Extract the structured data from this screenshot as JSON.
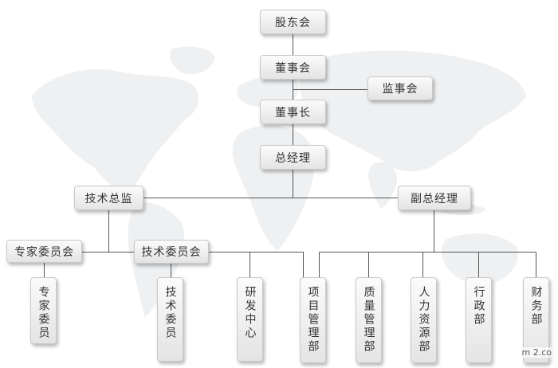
{
  "org": {
    "shareholders": "股东会",
    "board": "董事会",
    "supervisors": "监事会",
    "chairman": "董事长",
    "gm": "总经理",
    "tech_director": "技术总监",
    "deputy_gm": "副总经理",
    "expert_committee": "专家委员会",
    "tech_committee": "技术委员会",
    "expert_members": "专家委员",
    "tech_members": "技术委员",
    "rd_center": "研发中心",
    "project_dept": "项目管理部",
    "quality_dept": "质量管理部",
    "hr_dept": "人力资源部",
    "admin_dept": "行政部",
    "finance_dept": "财务部"
  },
  "watermark": "m   2.co",
  "colors": {
    "line": "#555555",
    "box_border": "#c9c9c9",
    "map": "#eef0f2"
  }
}
